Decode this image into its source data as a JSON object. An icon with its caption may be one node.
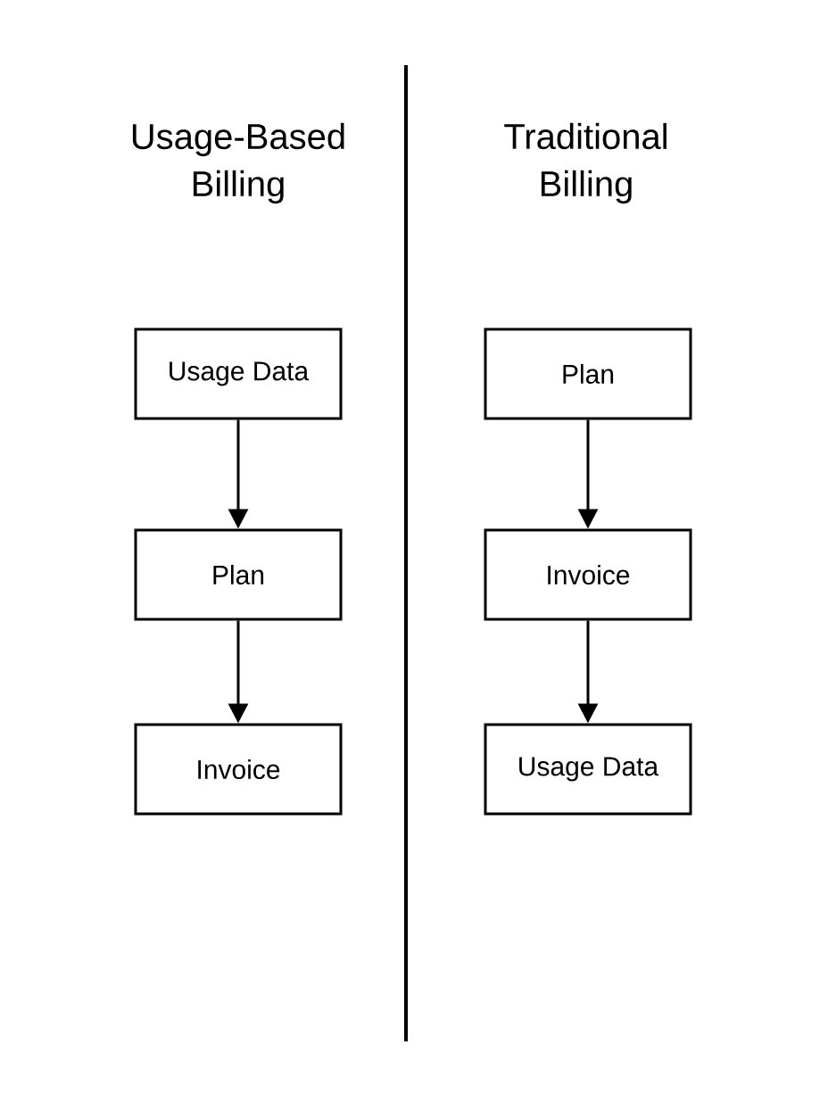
{
  "diagram": {
    "nodes": [
      {
        "text": [
          "Usage Data"
        ]
      },
      {
        "text": [
          "Plan"
        ]
      },
      {
        "text": [
          "Invoice"
        ]
      },
      {
        "text": [
          "Plan"
        ]
      },
      {
        "text": [
          "Invoice"
        ]
      },
      {
        "text": [
          "Usage Data"
        ]
      }
    ],
    "edges": [
      {
        "from": 0,
        "to": 1,
        "arrow": "to"
      },
      {
        "from": 1,
        "to": 2,
        "arrow": "to"
      },
      {
        "from": 3,
        "to": 4,
        "arrow": "to"
      },
      {
        "from": 4,
        "to": 5,
        "arrow": "to"
      }
    ],
    "labels": [
      "Usage-Based Billing",
      "Traditional Billing"
    ]
  }
}
